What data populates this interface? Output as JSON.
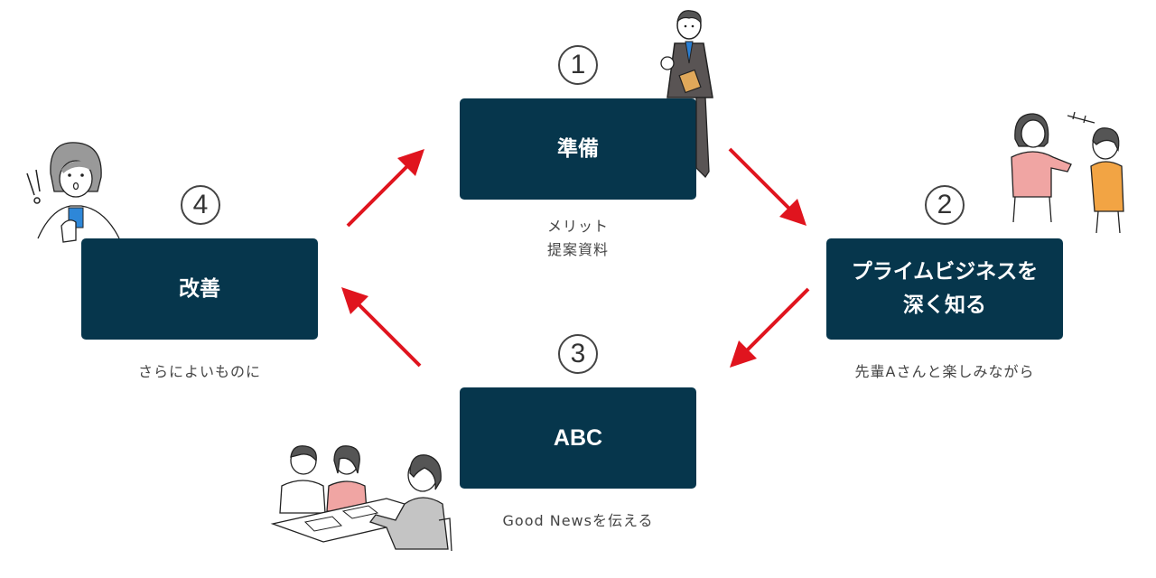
{
  "colors": {
    "box": "#06364c",
    "arrow": "#e0141e",
    "text": "#444444"
  },
  "steps": [
    {
      "number": "1",
      "title": "準備",
      "caption_lines": [
        "メリット",
        "提案資料"
      ]
    },
    {
      "number": "2",
      "title_lines": [
        "プライムビジネスを",
        "深く知る"
      ],
      "caption": "先輩Aさんと楽しみながら"
    },
    {
      "number": "3",
      "title": "ABC",
      "caption": "Good Newsを伝える"
    },
    {
      "number": "4",
      "title": "改善",
      "caption": "さらによいものに"
    }
  ],
  "illustrations": [
    "businessman-with-folder",
    "two-women-chatting",
    "meeting-at-table",
    "surprised-woman"
  ]
}
